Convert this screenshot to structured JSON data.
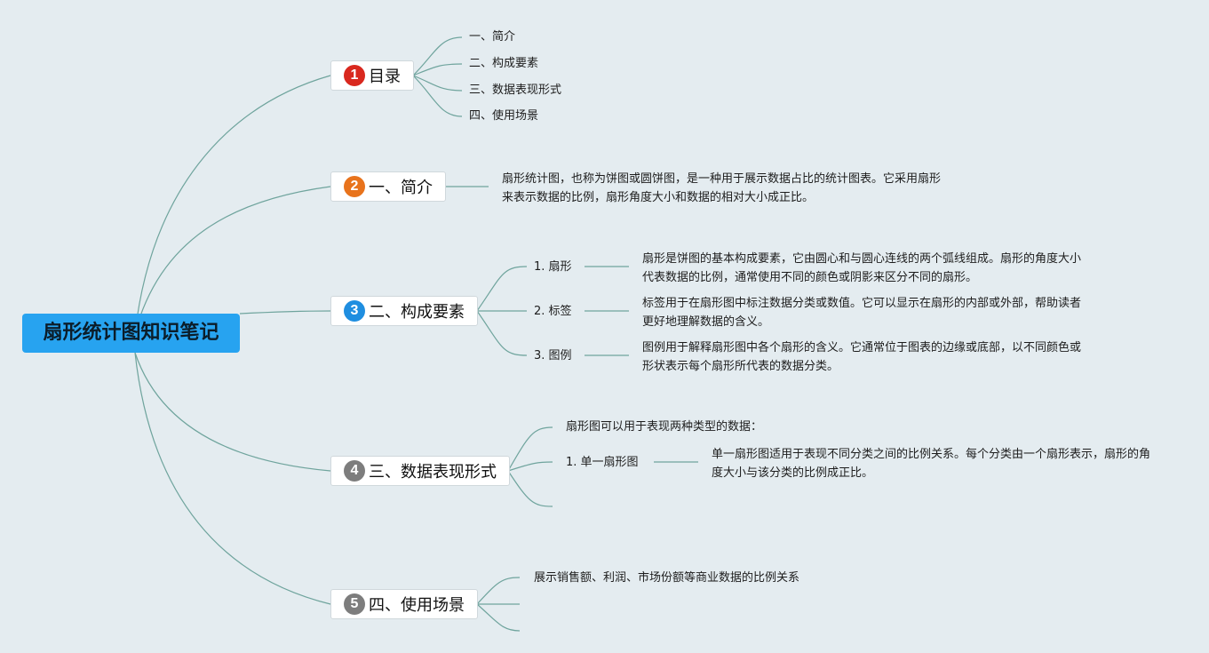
{
  "root": "扇形统计图知识笔记",
  "colors": {
    "root_bg": "#27a3f0",
    "badge1": "#d9281e",
    "badge2": "#e8731c",
    "badge3": "#1f8ee0",
    "badge4": "#7d7d7d",
    "badge5": "#7d7d7d",
    "line": "#6fa49d",
    "background": "#e4ecf0"
  },
  "branches": {
    "b1": {
      "badge": "1",
      "title": "目录",
      "items": [
        "一、简介",
        "二、构成要素",
        "三、数据表现形式",
        "四、使用场景"
      ]
    },
    "b2": {
      "badge": "2",
      "title": "一、简介",
      "text": "扇形统计图，也称为饼图或圆饼图，是一种用于展示数据占比的统计图表。它采用扇形来表示数据的比例，扇形角度大小和数据的相对大小成正比。"
    },
    "b3": {
      "badge": "3",
      "title": "二、构成要素",
      "items": [
        {
          "label": "1. 扇形",
          "text": "扇形是饼图的基本构成要素，它由圆心和与圆心连线的两个弧线组成。扇形的角度大小代表数据的比例，通常使用不同的颜色或阴影来区分不同的扇形。"
        },
        {
          "label": "2. 标签",
          "text": "标签用于在扇形图中标注数据分类或数值。它可以显示在扇形的内部或外部，帮助读者更好地理解数据的含义。"
        },
        {
          "label": "3. 图例",
          "text": "图例用于解释扇形图中各个扇形的含义。它通常位于图表的边缘或底部，以不同颜色或形状表示每个扇形所代表的数据分类。"
        }
      ]
    },
    "b4": {
      "badge": "4",
      "title": "三、数据表现形式",
      "intro": "扇形图可以用于表现两种类型的数据：",
      "item_label": "1. 单一扇形图",
      "item_text": "单一扇形图适用于表现不同分类之间的比例关系。每个分类由一个扇形表示，扇形的角度大小与该分类的比例成正比。"
    },
    "b5": {
      "badge": "5",
      "title": "四、使用场景",
      "item": "展示销售额、利润、市场份额等商业数据的比例关系"
    }
  }
}
